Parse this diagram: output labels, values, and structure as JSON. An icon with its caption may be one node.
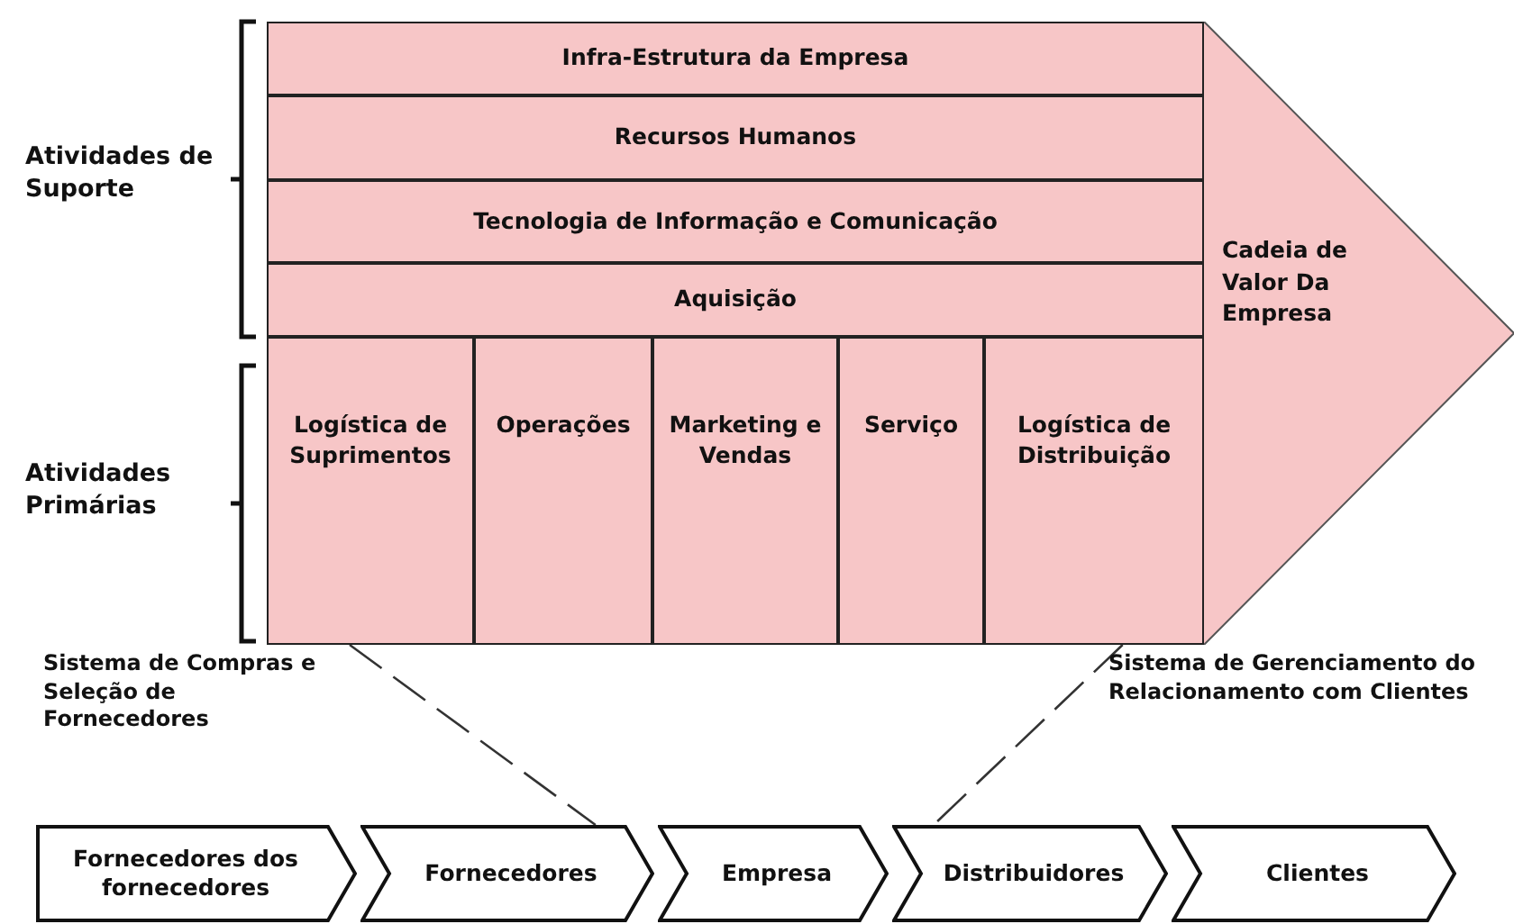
{
  "diagram": {
    "nodes": [
      {
        "text": [
          "Cadeia de Valor Da Empresa"
        ]
      },
      {
        "text": [
          "Infra-Estrutura da Empresa"
        ],
        "in": 0
      },
      {
        "text": [
          "Recursos Humanos"
        ],
        "in": 0
      },
      {
        "text": [
          "Tecnologia de Informação e Comunicação"
        ],
        "in": 0
      },
      {
        "text": [
          "Aquisição"
        ],
        "in": 0
      },
      {
        "text": [
          "Logística de Suprimentos"
        ],
        "in": 0
      },
      {
        "text": [
          "Operações"
        ],
        "in": 0
      },
      {
        "text": [
          "Marketing e Vendas"
        ],
        "in": 0
      },
      {
        "text": [
          "Serviço"
        ],
        "in": 0
      },
      {
        "text": [
          "Logística de Distribuição"
        ],
        "in": 0
      },
      {
        "text": [
          "Fornecedores dos fornecedores"
        ]
      },
      {
        "text": [
          "Fornecedores"
        ]
      },
      {
        "text": [
          "Empresa"
        ]
      },
      {
        "text": [
          "Distribuidores"
        ]
      },
      {
        "text": [
          "Clientes"
        ]
      }
    ],
    "edges": [
      {
        "from": 5,
        "to": 11,
        "arrow": "none",
        "style": "dashed"
      },
      {
        "from": 9,
        "to": 13,
        "arrow": "none",
        "style": "dashed"
      }
    ],
    "labels": [
      "Atividades de Suporte",
      "Atividades Primárias",
      "Sistema de Compras e Seleção de Fornecedores",
      "Sistema de Gerenciamento do Relacionamento com Clientes"
    ]
  }
}
